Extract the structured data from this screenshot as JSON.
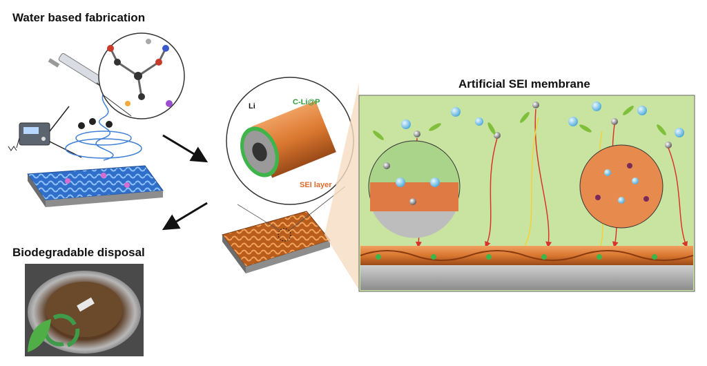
{
  "headings": {
    "fabrication": "Water based fabrication",
    "disposal": "Biodegradable disposal",
    "membrane": "Artificial SEI membrane"
  },
  "fiber_labels": {
    "core": "Li",
    "coating": "C-Li@P",
    "sei": "SEI layer"
  },
  "colors": {
    "panel_green": "#c9e3a0",
    "fiber_orange": "#d9772f",
    "sei_label": "#e06a2a",
    "coating_label": "#2e9e3a",
    "mesh_blue": "#3f7fd6",
    "arrow_red": "#d8342a",
    "recycle_green": "#3f9a4a"
  },
  "icons": [
    "syringe-icon",
    "power-supply-icon",
    "recycle-icon",
    "leaf-icon",
    "lithium-ion-icon"
  ]
}
